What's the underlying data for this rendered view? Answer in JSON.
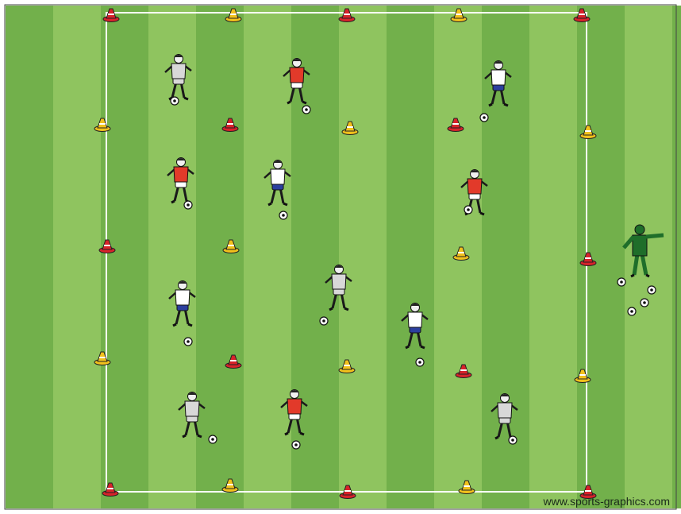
{
  "watermark": "www.sports-graphics.com",
  "colors": {
    "stripe_light": "#8fc45f",
    "stripe_dark": "#72b04b",
    "line": "#ffffff",
    "cone_red": "#d8232a",
    "cone_yellow": "#f2c11c",
    "team_red": "#e23a2a",
    "team_white": "#ffffff",
    "team_grey": "#d8d8d8",
    "shorts_blue": "#2b3f9e",
    "coach_green": "#1f6e2a"
  },
  "cones": [
    {
      "color": "red"
    },
    {
      "color": "yellow"
    },
    {
      "color": "red"
    },
    {
      "color": "yellow"
    },
    {
      "color": "red"
    },
    {
      "color": "yellow"
    },
    {
      "color": "red"
    },
    {
      "color": "yellow"
    },
    {
      "color": "red"
    },
    {
      "color": "yellow"
    },
    {
      "color": "red"
    },
    {
      "color": "yellow"
    },
    {
      "color": "yellow"
    },
    {
      "color": "red"
    },
    {
      "color": "yellow"
    },
    {
      "color": "red"
    },
    {
      "color": "yellow"
    },
    {
      "color": "red"
    },
    {
      "color": "yellow"
    },
    {
      "color": "red"
    },
    {
      "color": "yellow"
    },
    {
      "color": "red"
    },
    {
      "color": "yellow"
    },
    {
      "color": "red"
    }
  ],
  "players": [
    {
      "team": "grey"
    },
    {
      "team": "red"
    },
    {
      "team": "white"
    },
    {
      "team": "red"
    },
    {
      "team": "white"
    },
    {
      "team": "red"
    },
    {
      "team": "white"
    },
    {
      "team": "grey"
    },
    {
      "team": "white"
    },
    {
      "team": "grey"
    },
    {
      "team": "red"
    },
    {
      "team": "grey"
    }
  ],
  "coach": {
    "balls": 4
  }
}
